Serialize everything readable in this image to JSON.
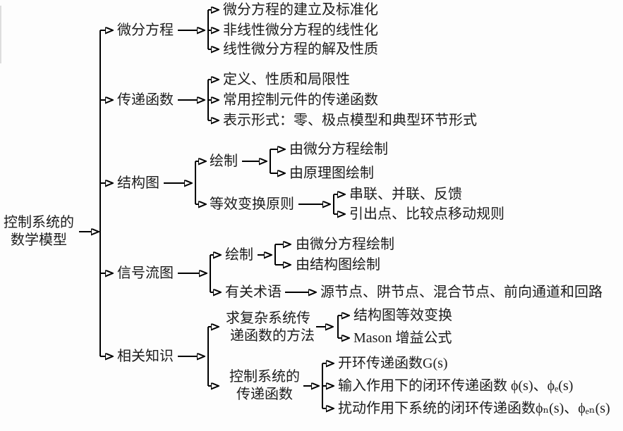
{
  "diagram": {
    "background_color": "#fdfdfd",
    "line_color": "#000000",
    "text_color": "#1c1c1c",
    "root": {
      "lines": [
        "控制系统的",
        "数学模型"
      ]
    },
    "branches": [
      {
        "label": "微分方程",
        "leaves": [
          "微分方程的建立及标准化",
          "非线性微分方程的线性化",
          "线性微分方程的解及性质"
        ]
      },
      {
        "label": "传递函数",
        "leaves": [
          "定义、性质和局限性",
          "常用控制元件的传递函数",
          "表示形式：零、极点模型和典型环节形式"
        ]
      },
      {
        "label": "结构图",
        "children": [
          {
            "label": "绘制",
            "leaves": [
              "由微分方程绘制",
              "由原理图绘制"
            ]
          },
          {
            "label": "等效变换原则",
            "leaves": [
              "串联、并联、反馈",
              "引出点、比较点移动规则"
            ]
          }
        ]
      },
      {
        "label": "信号流图",
        "children": [
          {
            "label": "绘制",
            "leaves": [
              "由微分方程绘制",
              "由结构图绘制"
            ]
          },
          {
            "label": "有关术语",
            "leaves": [
              "源节点、阱节点、混合节点、前向通道和回路"
            ]
          }
        ]
      },
      {
        "label": "相关知识",
        "children": [
          {
            "label_lines": [
              "求复杂系统传",
              "递函数的方法"
            ],
            "leaves": [
              "结构图等效变换",
              "Mason 增益公式"
            ]
          },
          {
            "label_lines": [
              "控制系统的",
              "传递函数"
            ],
            "leaves": [
              "开环传递函数G(s)",
              "输入作用下的闭环传递函数 ϕ(s)、ϕₑ(s)",
              "扰动作用下系统的闭环传递函数ϕₙ(s)、ϕₑₙ(s)"
            ]
          }
        ]
      }
    ]
  }
}
